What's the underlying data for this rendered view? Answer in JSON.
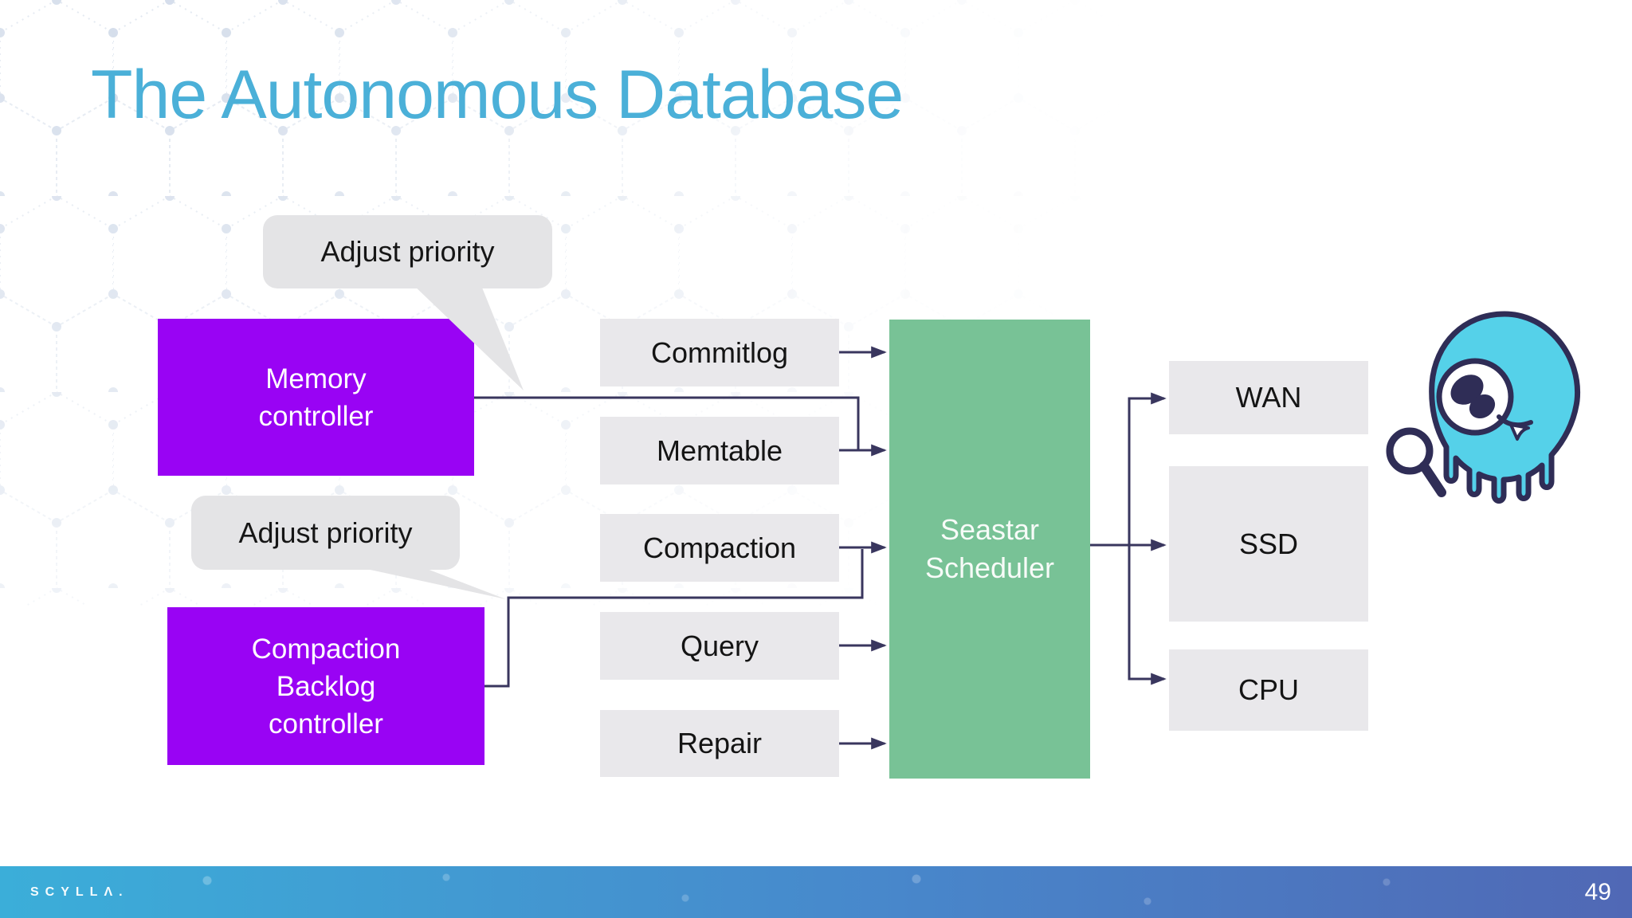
{
  "slide": {
    "title": "The Autonomous Database",
    "page_number": "49",
    "brand_wordmark": "SCYLLΛ."
  },
  "palette": {
    "title_color": "#4BB0D8",
    "controller_purple": "#9903F4",
    "scheduler_green": "#78C296",
    "queue_box_gray": "#E9E8EB",
    "callout_gray": "#E4E4E6",
    "connector_navy": "#39365E",
    "footer_gradient_left": "#3BAED9",
    "footer_gradient_right": "#5068B5",
    "mascot_cyan": "#55D1E9"
  },
  "diagram": {
    "callouts": [
      {
        "label": "Adjust priority"
      },
      {
        "label": "Adjust priority"
      }
    ],
    "controllers": [
      {
        "label": "Memory\ncontroller"
      },
      {
        "label": "Compaction\nBacklog\ncontroller"
      }
    ],
    "queues": [
      {
        "label": "Commitlog"
      },
      {
        "label": "Memtable"
      },
      {
        "label": "Compaction"
      },
      {
        "label": "Query"
      },
      {
        "label": "Repair"
      }
    ],
    "scheduler": {
      "label": "Seastar\nScheduler"
    },
    "resources": [
      {
        "label": "WAN"
      },
      {
        "label": "SSD"
      },
      {
        "label": "CPU"
      }
    ],
    "edges": [
      {
        "from": "Memory controller",
        "to": "Memtable"
      },
      {
        "from": "Compaction Backlog controller",
        "to": "Compaction"
      },
      {
        "from": "Commitlog",
        "to": "Seastar Scheduler"
      },
      {
        "from": "Memtable",
        "to": "Seastar Scheduler"
      },
      {
        "from": "Compaction",
        "to": "Seastar Scheduler"
      },
      {
        "from": "Query",
        "to": "Seastar Scheduler"
      },
      {
        "from": "Repair",
        "to": "Seastar Scheduler"
      },
      {
        "from": "Seastar Scheduler",
        "to": "WAN"
      },
      {
        "from": "Seastar Scheduler",
        "to": "SSD"
      },
      {
        "from": "Seastar Scheduler",
        "to": "CPU"
      }
    ]
  }
}
